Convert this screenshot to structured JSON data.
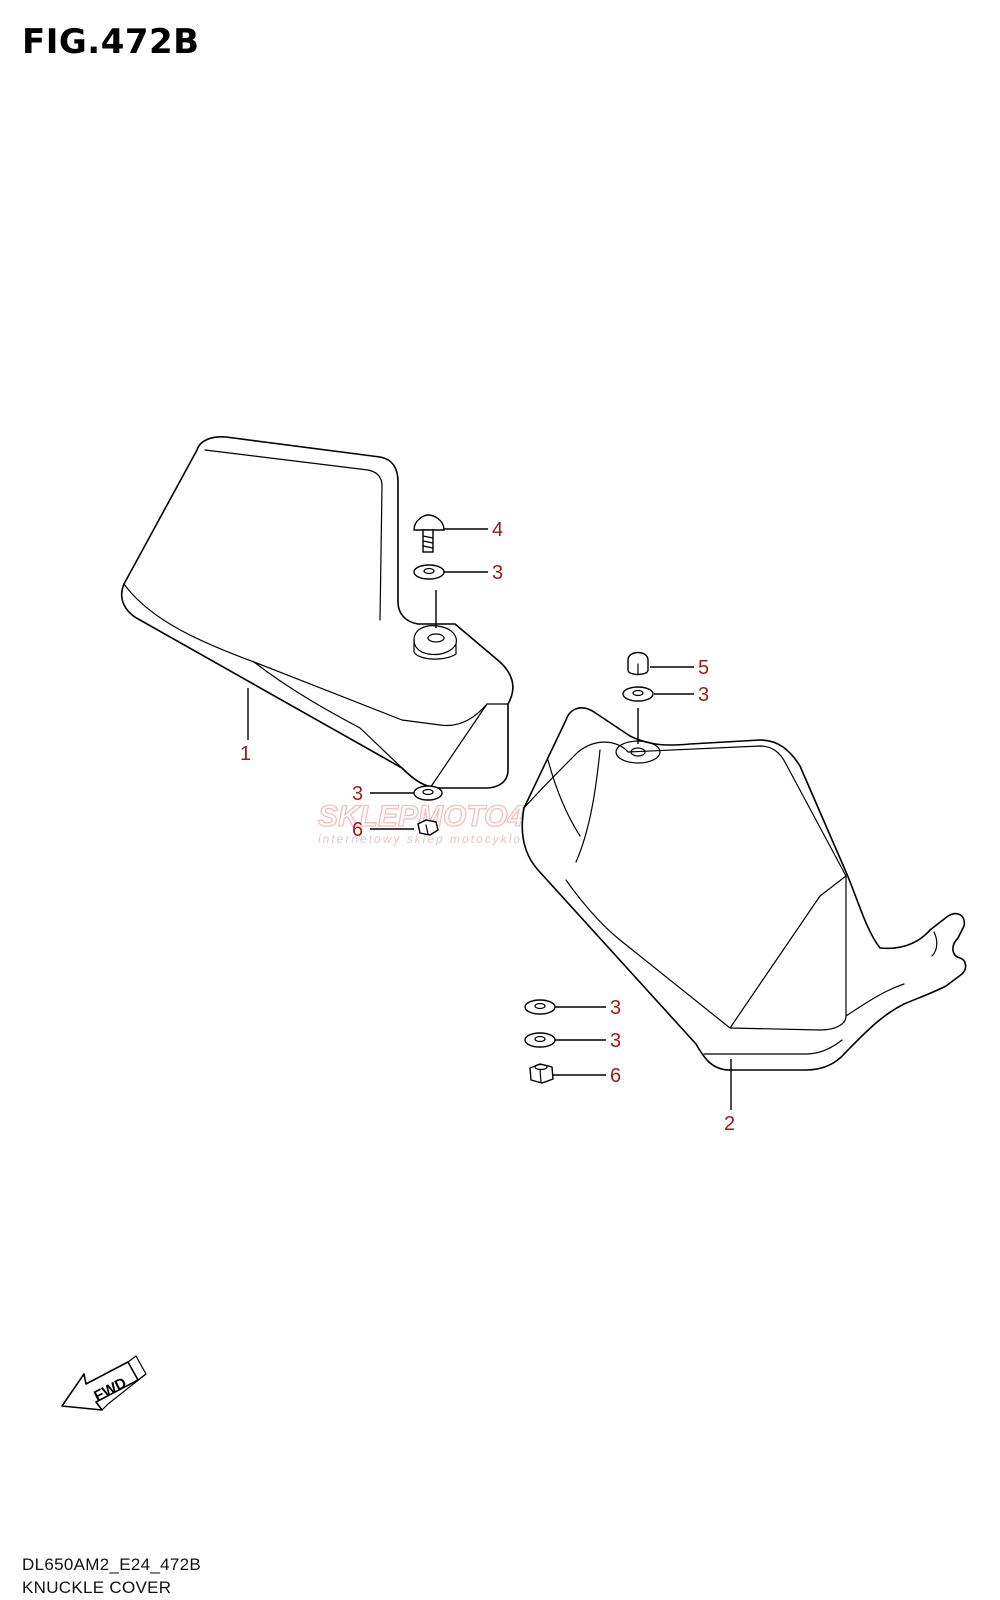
{
  "figure": {
    "title": "FIG.472B",
    "model_code": "DL650AM2_E24_472B",
    "caption": "KNUCKLE COVER"
  },
  "callouts": {
    "p1": "1",
    "p2": "2",
    "p3a": "3",
    "p3b": "3",
    "p3c": "3",
    "p3d": "3",
    "p3e": "3",
    "p4": "4",
    "p5": "5",
    "p6a": "6",
    "p6b": "6"
  },
  "watermark": {
    "brand": "SKLEPMOTO48.PL",
    "tagline": "internetowy sklep motocyklowy"
  },
  "fwd_label": "FWD",
  "colors": {
    "callout_number": "#9b1b1b",
    "line": "#000000",
    "watermark": "#f2b8b8"
  }
}
